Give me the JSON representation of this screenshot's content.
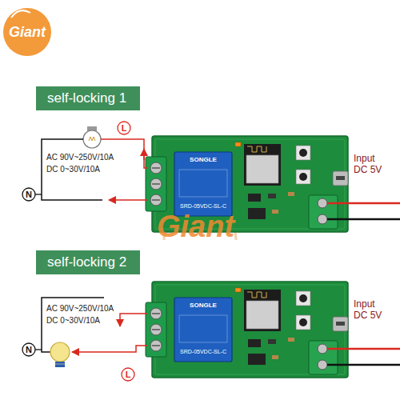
{
  "diagram": {
    "nodes": [
      {
        "text": [
          "self-locking 1"
        ]
      },
      {
        "text": [
          "self-locking 2"
        ]
      }
    ],
    "labels": [
      "Giant",
      "AC 90V~250V/10A",
      "DC 0~30V/10A",
      "L",
      "N",
      "SONGLE",
      "SRD-05VDC-SL-C",
      "Input DC 5V",
      "Giant",
      "AC 90V~250V/10A",
      "DC 0~30V/10A",
      "N",
      "L",
      "SONGLE",
      "SRD-05VDC-SL-C",
      "Input DC 5V"
    ]
  }
}
